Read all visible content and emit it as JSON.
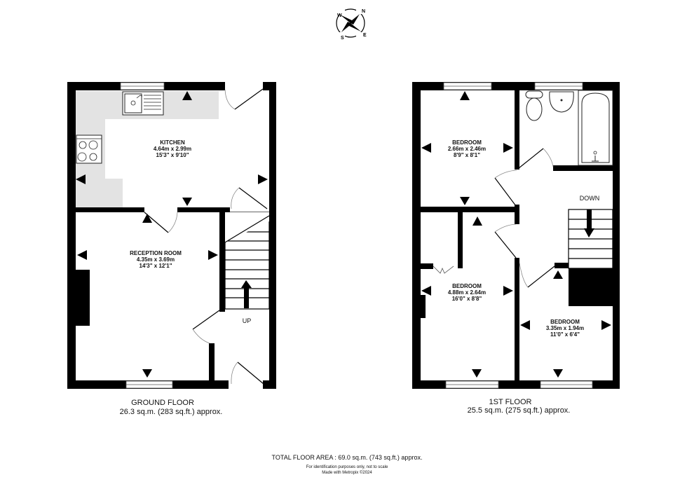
{
  "compass": {
    "icon": "compass-rose-icon",
    "labels": {
      "north": "N",
      "east": "E",
      "south": "S",
      "west": "W"
    }
  },
  "ground_floor": {
    "title": "GROUND FLOOR",
    "area": "26.3 sq.m. (283 sq.ft.) approx.",
    "rooms": [
      {
        "name": "KITCHEN",
        "metric": "4.64m  x 2.99m",
        "imperial": "15'3\"  x 9'10\""
      },
      {
        "name": "RECEPTION ROOM",
        "metric": "4.35m  x 3.69m",
        "imperial": "14'3\"  x 12'1\""
      }
    ],
    "stairs_label": "UP"
  },
  "first_floor": {
    "title": "1ST FLOOR",
    "area": "25.5 sq.m. (275 sq.ft.) approx.",
    "rooms": [
      {
        "name": "BEDROOM",
        "metric": "2.66m  x 2.46m",
        "imperial": "8'9\"  x 8'1\""
      },
      {
        "name": "BEDROOM",
        "metric": "4.88m  x 2.64m",
        "imperial": "16'0\"  x 8'8\""
      },
      {
        "name": "BEDROOM",
        "metric": "3.35m  x 1.94m",
        "imperial": "11'0\"  x 6'4\""
      }
    ],
    "stairs_label": "DOWN"
  },
  "footer": {
    "total_area": "TOTAL FLOOR AREA : 69.0 sq.m. (743 sq.ft.) approx.",
    "disclaimer": "For identification purposes only, not to scale",
    "credit": "Made with Metropix ©2024"
  },
  "colors": {
    "wall": "#000000",
    "kitchen_counter": "#e3e3e3",
    "background": "#ffffff"
  }
}
